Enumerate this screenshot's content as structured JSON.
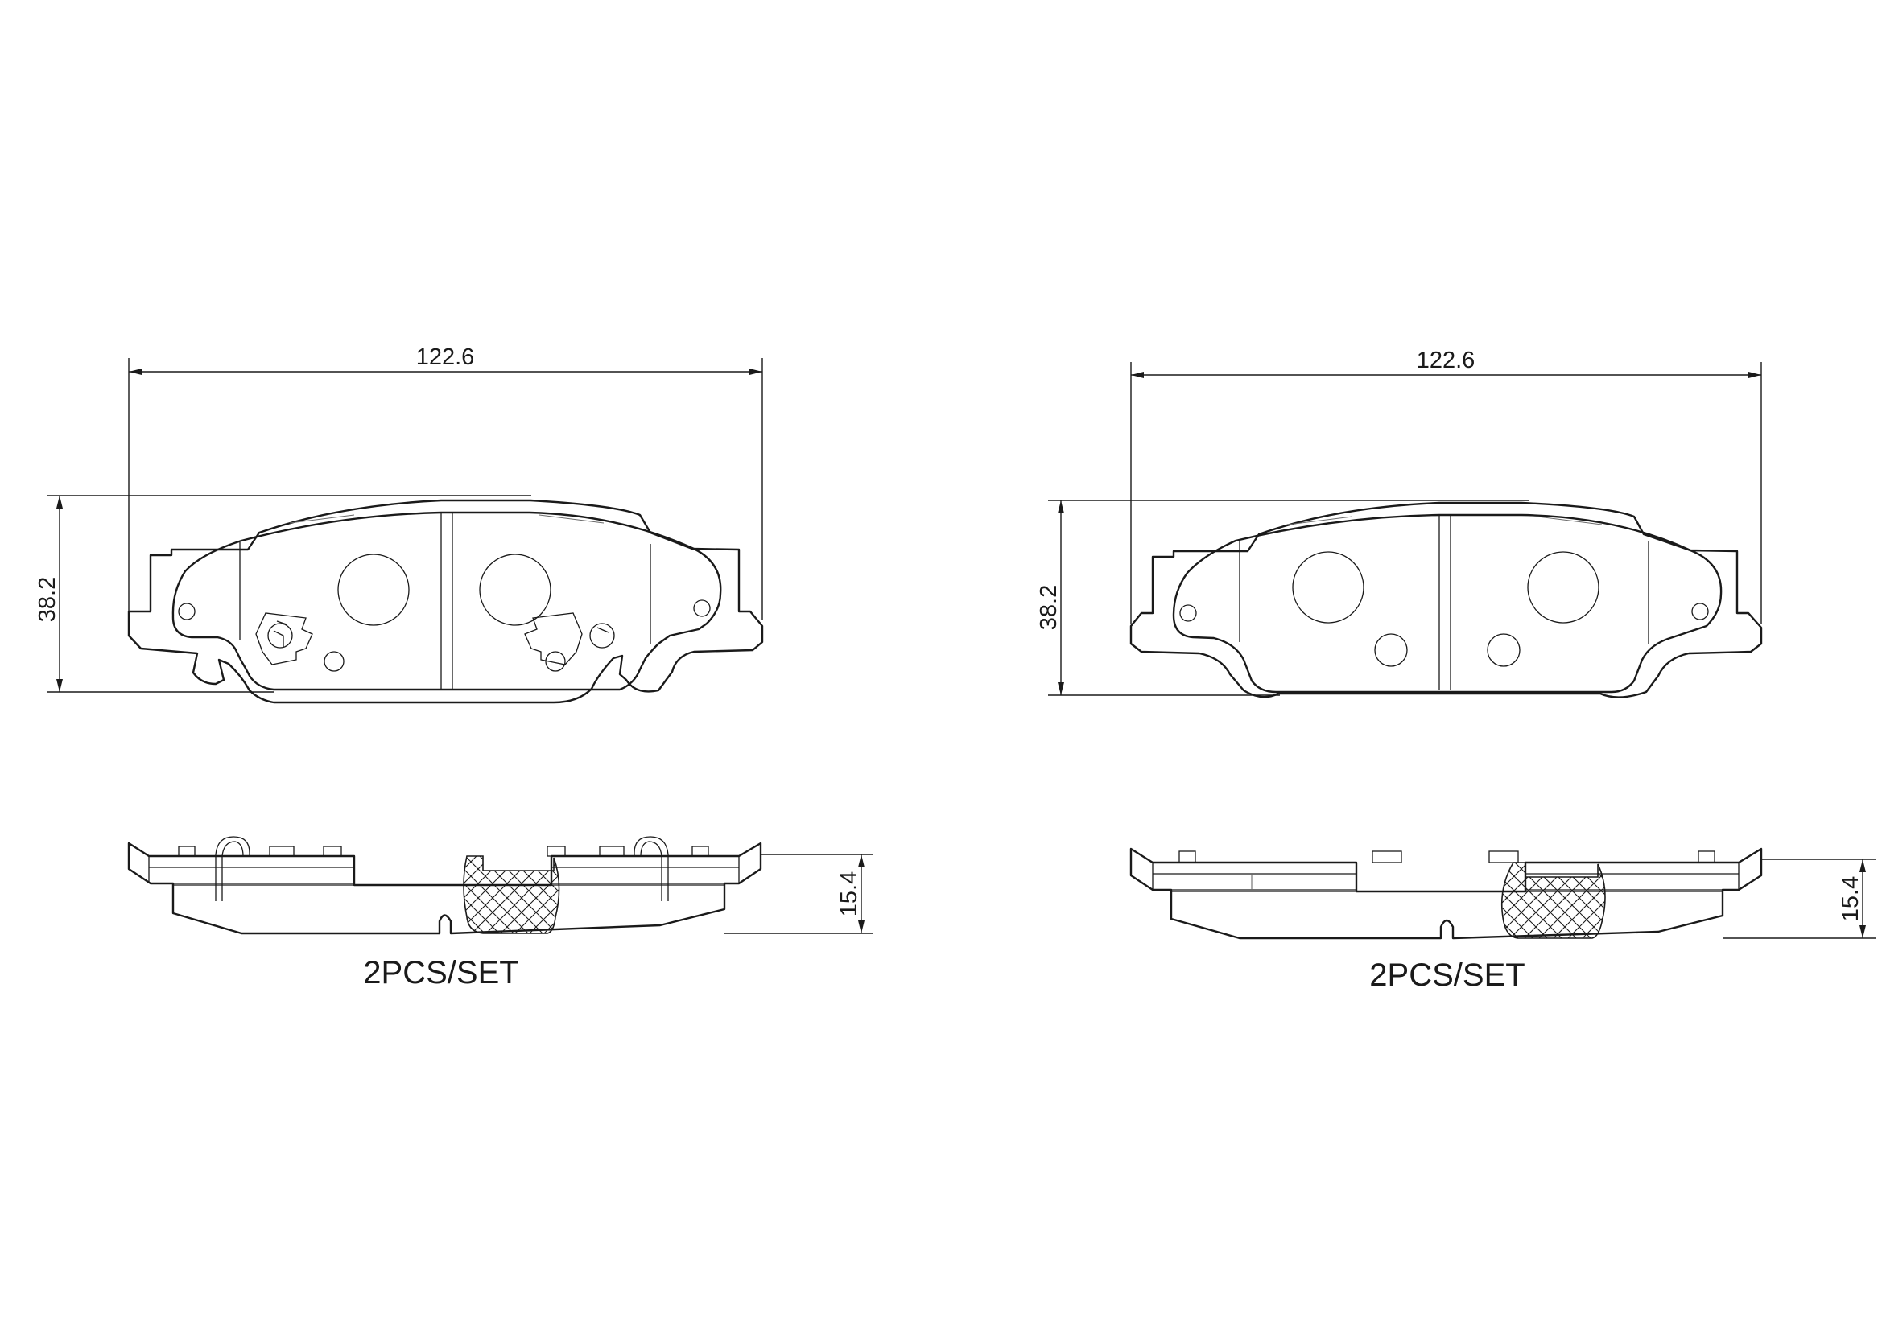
{
  "left_pad": {
    "width_dim": "122.6",
    "height_dim": "38.2",
    "thickness_dim": "15.4",
    "caption": "2PCS/SET"
  },
  "right_pad": {
    "width_dim": "122.6",
    "height_dim": "38.2",
    "thickness_dim": "15.4",
    "caption": "2PCS/SET"
  }
}
